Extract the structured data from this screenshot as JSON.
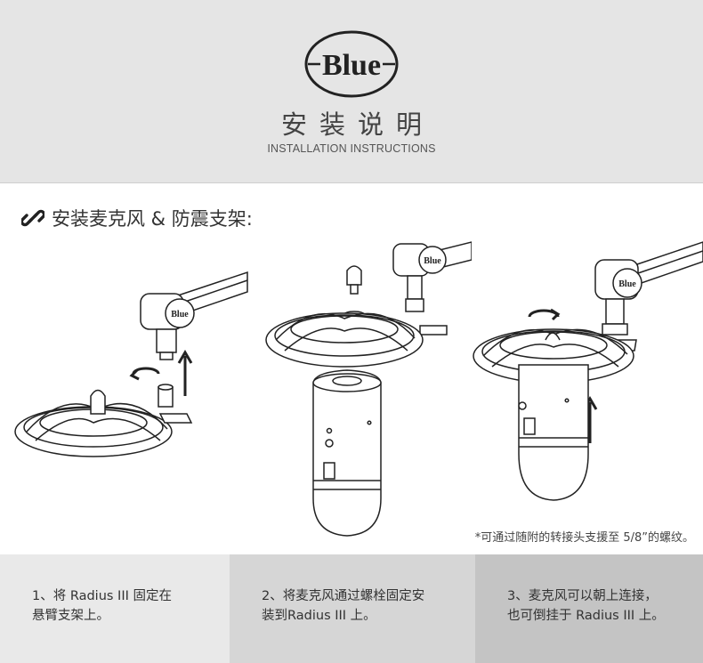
{
  "header": {
    "brand": "Blue",
    "title_cn": "安装说明",
    "title_en": "INSTALLATION INSTRUCTIONS"
  },
  "section": {
    "icon": "link-icon",
    "heading": "安装麦克风 & 防震支架:"
  },
  "illustrations": {
    "brand_label": "Blue",
    "items": [
      "step-1-illustration",
      "step-2-illustration",
      "step-3-illustration"
    ]
  },
  "footnote": "*可通过随附的转接头支援至 5/8”的螺纹。",
  "steps": [
    {
      "text": "1、将 Radius III 固定在\n悬臂支架上。"
    },
    {
      "text": "2、将麦克风通过螺栓固定安\n装到Radius III 上。"
    },
    {
      "text": "3、麦克风可以朝上连接，\n也可倒挂于 Radius III 上。"
    }
  ],
  "colors": {
    "header_bg": "#e5e5e5",
    "step1_bg": "#e9e9e9",
    "step2_bg": "#d6d6d6",
    "step3_bg": "#c4c4c4",
    "line": "#222222"
  }
}
